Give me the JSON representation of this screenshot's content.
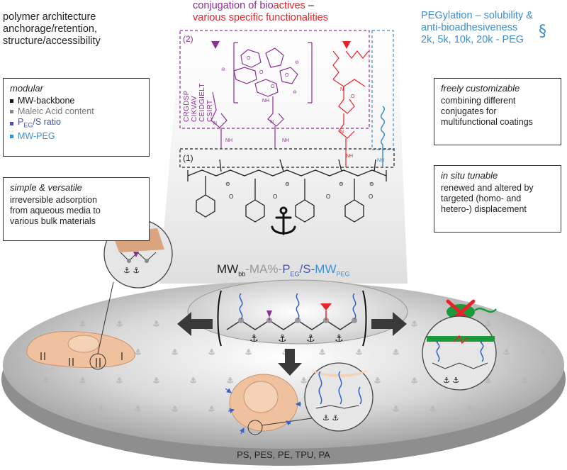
{
  "left_title": {
    "line1": "polymer architecture",
    "line2": "anchorage/retention,",
    "line3": "structure/accessibility"
  },
  "center_title": {
    "line1_a": "conjugation of bio",
    "line1_b": "actives",
    "line1_c": " –",
    "line2": "various specific functionalities"
  },
  "right_title": {
    "line1": "PEGylation – solubility &",
    "line2": "anti-bioadhesiveness",
    "line3": "2k, 5k, 10k, 20k - PEG"
  },
  "modular_box": {
    "heading": "modular",
    "items": [
      {
        "text": "MW-backbone",
        "color": "#111111"
      },
      {
        "text": "Maleic Acid content",
        "color": "#888888"
      },
      {
        "text_main": "P",
        "text_sub": "EG",
        "text_rest": "/S ratio",
        "color": "#4a55a8"
      },
      {
        "text": "MW-PEG",
        "color": "#3b8fd1"
      }
    ]
  },
  "simple_box": {
    "heading": "simple & versatile",
    "line1": "irreversible adsorption",
    "line2": "from aqueous media to",
    "line3": "various bulk materials"
  },
  "custom_box": {
    "heading": "freely customizable",
    "line1": "combining different",
    "line2": "conjugates for",
    "line3": "multifunctional coatings"
  },
  "tunable_box": {
    "heading": "in situ tunable",
    "line1": "renewed and altered by",
    "line2": "targeted (homo- and",
    "line3": "hetero-) displacement"
  },
  "labels": {
    "step1": "(1)",
    "step2": "(2)",
    "peptides": [
      "CRGDSP",
      "CIKVAV",
      "CEIDGIELT",
      "CSIRT"
    ]
  },
  "formula": {
    "mw": "MW",
    "bb": "bb",
    "ma": "-MA%-",
    "p": "P",
    "eg": "EG",
    "s": "/S-",
    "mw2": "MW",
    "peg": "PEG"
  },
  "materials": "PS, PES, PE, TPU, PA",
  "colors": {
    "purple": "#8e2f96",
    "red": "#e8242a",
    "blue": "#3b8fd1",
    "green": "#1a9a3a",
    "skin": "#f0c19e",
    "nucleus": "#f4d2b6"
  }
}
